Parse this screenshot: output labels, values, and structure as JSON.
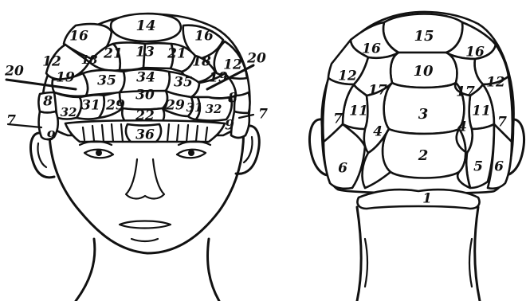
{
  "front": {
    "labels": {
      "r14": "14",
      "r16l": "16",
      "r16r": "16",
      "r12l": "12",
      "r12r": "12",
      "r18l": "18",
      "r21l": "21",
      "r13": "13",
      "r21r": "21",
      "r18r": "18",
      "r20l": "20",
      "r20r": "20",
      "r19l": "19",
      "r35l": "35",
      "r34": "34",
      "r35r": "35",
      "r19r": "19",
      "r8l": "8",
      "r30": "30",
      "r8r": "8",
      "r7l": "7",
      "r32l": "32",
      "r31l": "31",
      "r29l": "29",
      "r22": "22",
      "r29r": "29",
      "r31r": "31",
      "r32r": "32",
      "r9l": "9",
      "r9r": "9",
      "r7r": "7",
      "r36": "36"
    }
  },
  "back": {
    "labels": {
      "r15": "15",
      "r16l": "16",
      "r16r": "16",
      "r10": "10",
      "r12l": "12",
      "r12r": "12",
      "r17l": "17",
      "r17r": "17",
      "r11l": "11",
      "r11r": "11",
      "r3": "3",
      "r7l": "7",
      "r7r": "7",
      "r4l": "4",
      "r4r": "4",
      "r2": "2",
      "r6l": "6",
      "r5": "5",
      "r6r": "6",
      "r1": "1"
    }
  },
  "colors": {
    "ink": "#111111",
    "paper": "#ffffff"
  }
}
